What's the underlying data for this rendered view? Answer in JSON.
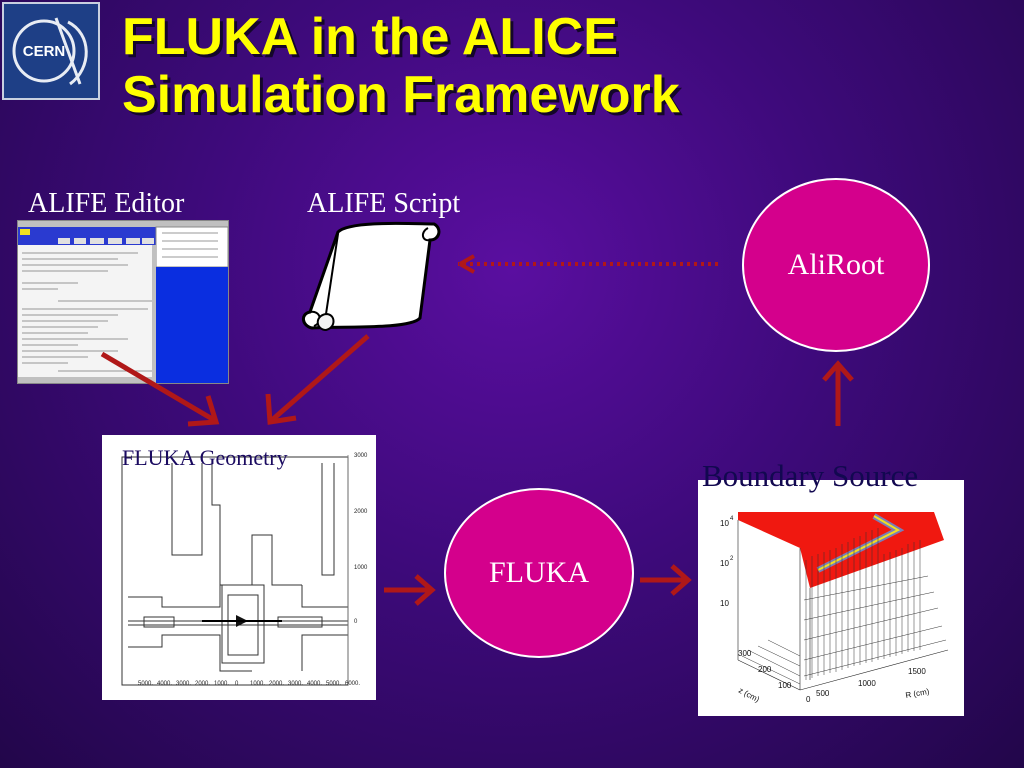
{
  "slide": {
    "title_line1": "FLUKA in the ALICE",
    "title_line2": "Simulation Framework",
    "logo_text": "CERN"
  },
  "labels": {
    "alife_editor": "ALIFE Editor",
    "alife_script": "ALIFE Script",
    "aliroot": "AliRoot",
    "fluka_geometry": "FLUKA Geometry",
    "fluka": "FLUKA",
    "boundary_source": "Boundary Source"
  },
  "geometry_plot": {
    "y_ticks": [
      "3000",
      "2000",
      "1000",
      "0"
    ],
    "x_ticks": [
      "5000.",
      "4000.",
      "3000.",
      "2000.",
      "1000.",
      "0",
      "1000.",
      "2000.",
      "3000.",
      "4000.",
      "5000.",
      "6000."
    ]
  },
  "boundary_plot": {
    "y_ticks": [
      "10",
      "10",
      "10"
    ],
    "y_exponents": [
      "4",
      "2",
      ""
    ],
    "z_ticks": [
      "300",
      "200",
      "100",
      "0"
    ],
    "r_ticks": [
      "500",
      "1000",
      "1500"
    ],
    "z_axis_label": "z (cm)",
    "r_axis_label": "R (cm)"
  },
  "colors": {
    "accent_title": "#ffff00",
    "node_fill": "#d4008c",
    "arrow": "#b01818"
  }
}
